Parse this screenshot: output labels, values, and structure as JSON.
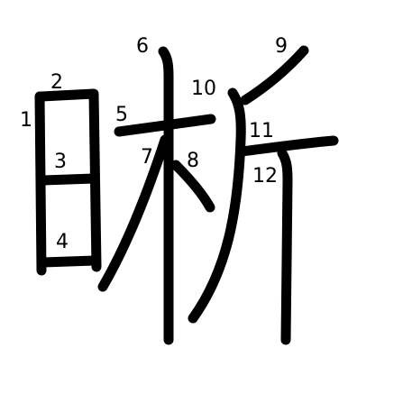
{
  "diagram": {
    "kanji": "晰",
    "stroke_color": "#000000",
    "background_color": "#ffffff",
    "strokes": [
      {
        "number": "1"
      },
      {
        "number": "2"
      },
      {
        "number": "3"
      },
      {
        "number": "4"
      },
      {
        "number": "5"
      },
      {
        "number": "6"
      },
      {
        "number": "7"
      },
      {
        "number": "8"
      },
      {
        "number": "9"
      },
      {
        "number": "10"
      },
      {
        "number": "11"
      },
      {
        "number": "12"
      }
    ]
  }
}
